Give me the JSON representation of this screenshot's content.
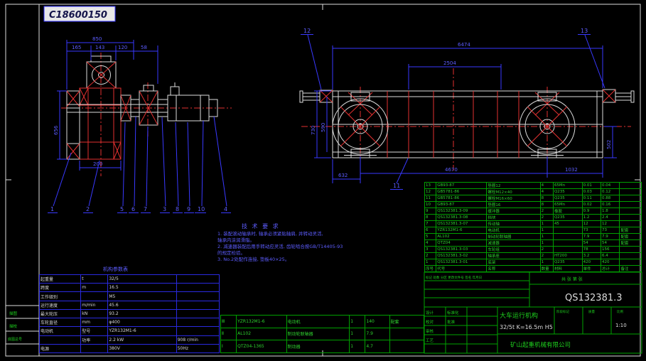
{
  "stamp": "C18600150",
  "left_view": {
    "dim_850": "850",
    "dims_row2": [
      "165",
      "143",
      "120",
      "58"
    ],
    "dim_left_v": "656",
    "dim_bottom": "200",
    "leaders": [
      "1",
      "2",
      "5",
      "6",
      "7",
      "3",
      "8",
      "9",
      "10",
      "4"
    ]
  },
  "right_view": {
    "dim_overall": "6474",
    "dim_inner": "2504",
    "dim_left_outer": "730",
    "dim_left_inner": "590",
    "dim_right_v": "502",
    "dim_left_b": "632",
    "dim_wheelbase": "4670",
    "dim_right_b": "1032",
    "leader_12": "12",
    "leader_13": "13",
    "leader_11": "11"
  },
  "notes": {
    "title": "技 术 要 求",
    "lines": [
      "1. 装配滚动轴承时, 轴承必须紧贴轴肩, 并转动灵活,",
      "    轴承内涂润滑脂。",
      "2. 减速器装配后用手转动应灵活, 齿轮啮合按GB/T14405-93",
      "    的规定检验。",
      "3. No.2处配作连接, 垫板40×25。"
    ]
  },
  "param_table": {
    "title": "机构参数表",
    "rows": [
      {
        "a": "起重量",
        "b": "t",
        "c": "32/5",
        "d": ""
      },
      {
        "a": "跨度",
        "b": "m",
        "c": "16.5",
        "d": ""
      },
      {
        "a": "工作级别",
        "b": "",
        "c": "M5",
        "d": ""
      },
      {
        "a": "运行速度",
        "b": "m/min",
        "c": "45.6",
        "d": ""
      },
      {
        "a": "最大轮压",
        "b": "kN",
        "c": "93.2",
        "d": ""
      },
      {
        "a": "车轮直径",
        "b": "mm",
        "c": "φ400",
        "d": ""
      },
      {
        "a": "电动机",
        "b": "型号",
        "c": "YZR132M1-6",
        "d": ""
      },
      {
        "a": "",
        "b": "功率",
        "c": "2.2 kW",
        "d": "908 r/min"
      },
      {
        "a": "电源",
        "b": "",
        "c": "380V",
        "d": "50Hz"
      }
    ]
  },
  "mid_table": {
    "rows": [
      {
        "no": "Ⅲ",
        "code": "YZR132M1-6",
        "name": "电动机",
        "qty": "1",
        "w": "140",
        "note": "配套"
      },
      {
        "no": "Ⅱ",
        "code": "AL102",
        "name": "制动轮联轴器",
        "qty": "1",
        "w": "7.9",
        "note": ""
      },
      {
        "no": "Ⅰ",
        "code": "QTZ04-1365",
        "name": "制动器",
        "qty": "1",
        "w": "4.7",
        "note": ""
      }
    ]
  },
  "parts_list": {
    "headers": {
      "no": "序号",
      "code": "代号",
      "name": "名称",
      "qty": "数量",
      "mat": "材料",
      "w1": "单件",
      "w2": "总计",
      "note": "备注"
    },
    "rows": [
      {
        "no": "13",
        "code": "GB93-87",
        "name": "垫圈12",
        "qty": "4",
        "mat": "65Mn",
        "w1": "0.01",
        "w2": "0.04",
        "note": ""
      },
      {
        "no": "12",
        "code": "GB5781-86",
        "name": "螺栓M12×40",
        "qty": "4",
        "mat": "Q235",
        "w1": "0.03",
        "w2": "0.12",
        "note": ""
      },
      {
        "no": "11",
        "code": "GB5781-86",
        "name": "螺栓M16×60",
        "qty": "8",
        "mat": "Q235",
        "w1": "0.11",
        "w2": "0.88",
        "note": ""
      },
      {
        "no": "10",
        "code": "GB93-87",
        "name": "垫圈16",
        "qty": "8",
        "mat": "65Mn",
        "w1": "0.02",
        "w2": "0.16",
        "note": ""
      },
      {
        "no": "9",
        "code": "QS132381.3-09",
        "name": "缓冲器",
        "qty": "2",
        "mat": "橡胶",
        "w1": "0.9",
        "w2": "1.8",
        "note": ""
      },
      {
        "no": "8",
        "code": "QS132381.3-08",
        "name": "挡块",
        "qty": "2",
        "mat": "Q235",
        "w1": "1.2",
        "w2": "2.4",
        "note": ""
      },
      {
        "no": "7",
        "code": "QS132381.3-07",
        "name": "传动轴",
        "qty": "1",
        "mat": "45",
        "w1": "12",
        "w2": "12",
        "note": ""
      },
      {
        "no": "6",
        "code": "YZR132M1-6",
        "name": "电动机",
        "qty": "1",
        "mat": "",
        "w1": "73",
        "w2": "73",
        "note": "配套"
      },
      {
        "no": "5",
        "code": "AL102",
        "name": "制动轮联轴器",
        "qty": "1",
        "mat": "",
        "w1": "7.9",
        "w2": "7.9",
        "note": "配套"
      },
      {
        "no": "4",
        "code": "QTZ04",
        "name": "减速器",
        "qty": "1",
        "mat": "",
        "w1": "54",
        "w2": "54",
        "note": "配套"
      },
      {
        "no": "3",
        "code": "QS132381.3-03",
        "name": "车轮组",
        "qty": "2",
        "mat": "",
        "w1": "78",
        "w2": "156",
        "note": ""
      },
      {
        "no": "2",
        "code": "QS132381.3-02",
        "name": "轴承座",
        "qty": "2",
        "mat": "HT200",
        "w1": "3.2",
        "w2": "6.4",
        "note": ""
      },
      {
        "no": "1",
        "code": "QS132381.3-01",
        "name": "底架",
        "qty": "1",
        "mat": "Q235",
        "w1": "420",
        "w2": "420",
        "note": ""
      }
    ]
  },
  "title_block": {
    "drawing_no": "QS132381.3",
    "title": "大车运行机构",
    "spec": "32/5t  K=16.5m  H5",
    "company": "矿山起重机械有限公司",
    "sheet_info": "共 张  第 张",
    "rev_header": "标记 处数 分区 更改文件号 签名 年月日",
    "sign_1": "设计",
    "sign_2": "校对",
    "sign_3": "审核",
    "sign_4": "工艺",
    "sign_5": "标准化",
    "sign_6": "批准",
    "stage_label": "阶段标记",
    "mass_label": "质量",
    "scale_label": "比例",
    "scale_value": "1:10",
    "trace_1": "描图",
    "trace_2": "描校",
    "trace_3": "底图总号"
  }
}
